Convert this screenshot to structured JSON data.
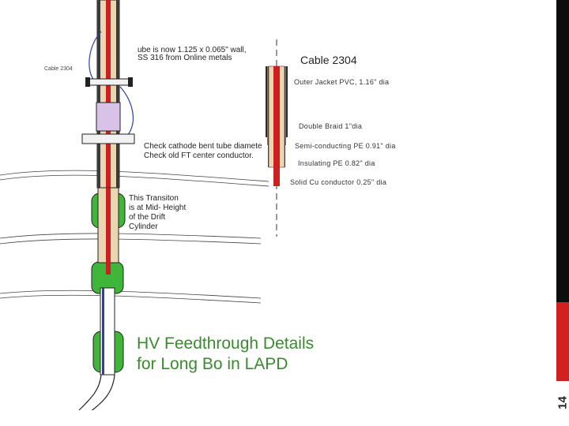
{
  "slide": {
    "page_number": "14",
    "title_lines": [
      "HV  Feedthrough Details",
      "for Long Bo in LAPD"
    ]
  },
  "left_diagram": {
    "small_label": "Cable  2304",
    "tube_note": [
      "ube is now   1.125 x 0.065\" wall,",
      "SS 316 from Online metals"
    ],
    "check_note": [
      "Check cathode bent tube diamete",
      "Check old FT center conductor."
    ],
    "transition_note": [
      "This Transiton",
      "is at Mid- Height",
      "of the Drift",
      "Cylinder"
    ]
  },
  "cable_diagram": {
    "title": "Cable 2304",
    "layers": [
      "Outer Jacket PVC, 1.16\" dia",
      "Double Braid   1\"dia",
      "Semi-conducting PE  0.91\" dia",
      "Insulating PE 0.82\" dia",
      "Solid Cu  conductor  0.25\" dia"
    ]
  },
  "colors": {
    "title": "#3a8a2e",
    "conductor": "#cc1f1f",
    "insulation": "#e8cfa8",
    "outer_tube": "#2a2a2a",
    "flange_green": "#3fb53a",
    "page_bar_dark": "#0d0d0d",
    "page_bar_red": "#d21f1f"
  }
}
